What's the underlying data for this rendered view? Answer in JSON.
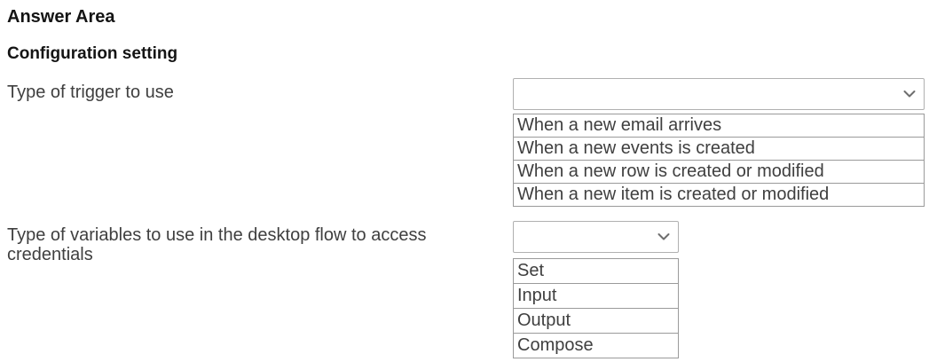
{
  "title": "Answer Area",
  "section_heading": "Configuration setting",
  "colors": {
    "heading_text": "#141414",
    "body_text": "#3f3f3f",
    "select_border": "#b0b0b0",
    "list_border": "#9a9a9a",
    "chevron": "#6e6e6e"
  },
  "questions": [
    {
      "label": "Type of trigger to use",
      "dropdown": {
        "value": "",
        "icon": "chevron-down"
      },
      "options": [
        "When a new email arrives",
        "When a new events is created",
        "When a new row is created or modified",
        "When a new item is created or modified"
      ]
    },
    {
      "label": "Type of variables to use in the desktop flow to access credentials",
      "dropdown": {
        "value": "",
        "icon": "chevron-down"
      },
      "options": [
        "Set",
        "Input",
        "Output",
        "Compose"
      ]
    }
  ]
}
